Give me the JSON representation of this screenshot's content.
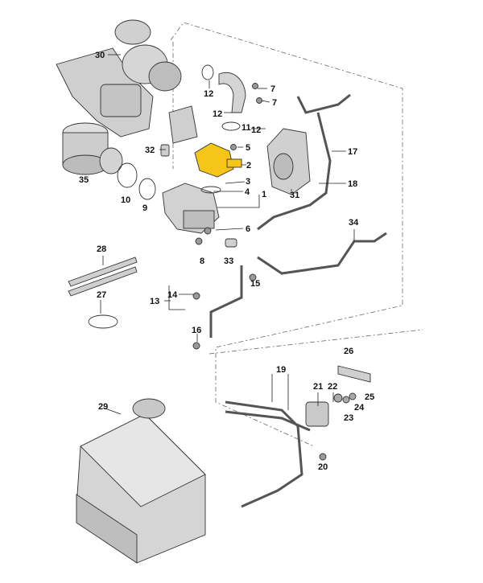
{
  "colors": {
    "highlight": "#f5c518",
    "part_fill": "#d9d9d9",
    "part_dark": "#a8a8a8",
    "ink": "#111111"
  },
  "labels": {
    "p1": "1",
    "p2": "2",
    "p3": "3",
    "p4": "4",
    "p5": "5",
    "p6": "6",
    "p7a": "7",
    "p7b": "7",
    "p8": "8",
    "p9": "9",
    "p10": "10",
    "p11": "11",
    "p12a": "12",
    "p12b": "12",
    "p12c": "12",
    "p13": "13",
    "p14": "14",
    "p15": "15",
    "p16": "16",
    "p17": "17",
    "p18": "18",
    "p19": "19",
    "p20": "20",
    "p21": "21",
    "p22": "22",
    "p23": "23",
    "p24": "24",
    "p25": "25",
    "p26": "26",
    "p27": "27",
    "p28": "28",
    "p29": "29",
    "p30": "30",
    "p31": "31",
    "p32": "32",
    "p33": "33",
    "p34": "34",
    "p35": "35"
  }
}
